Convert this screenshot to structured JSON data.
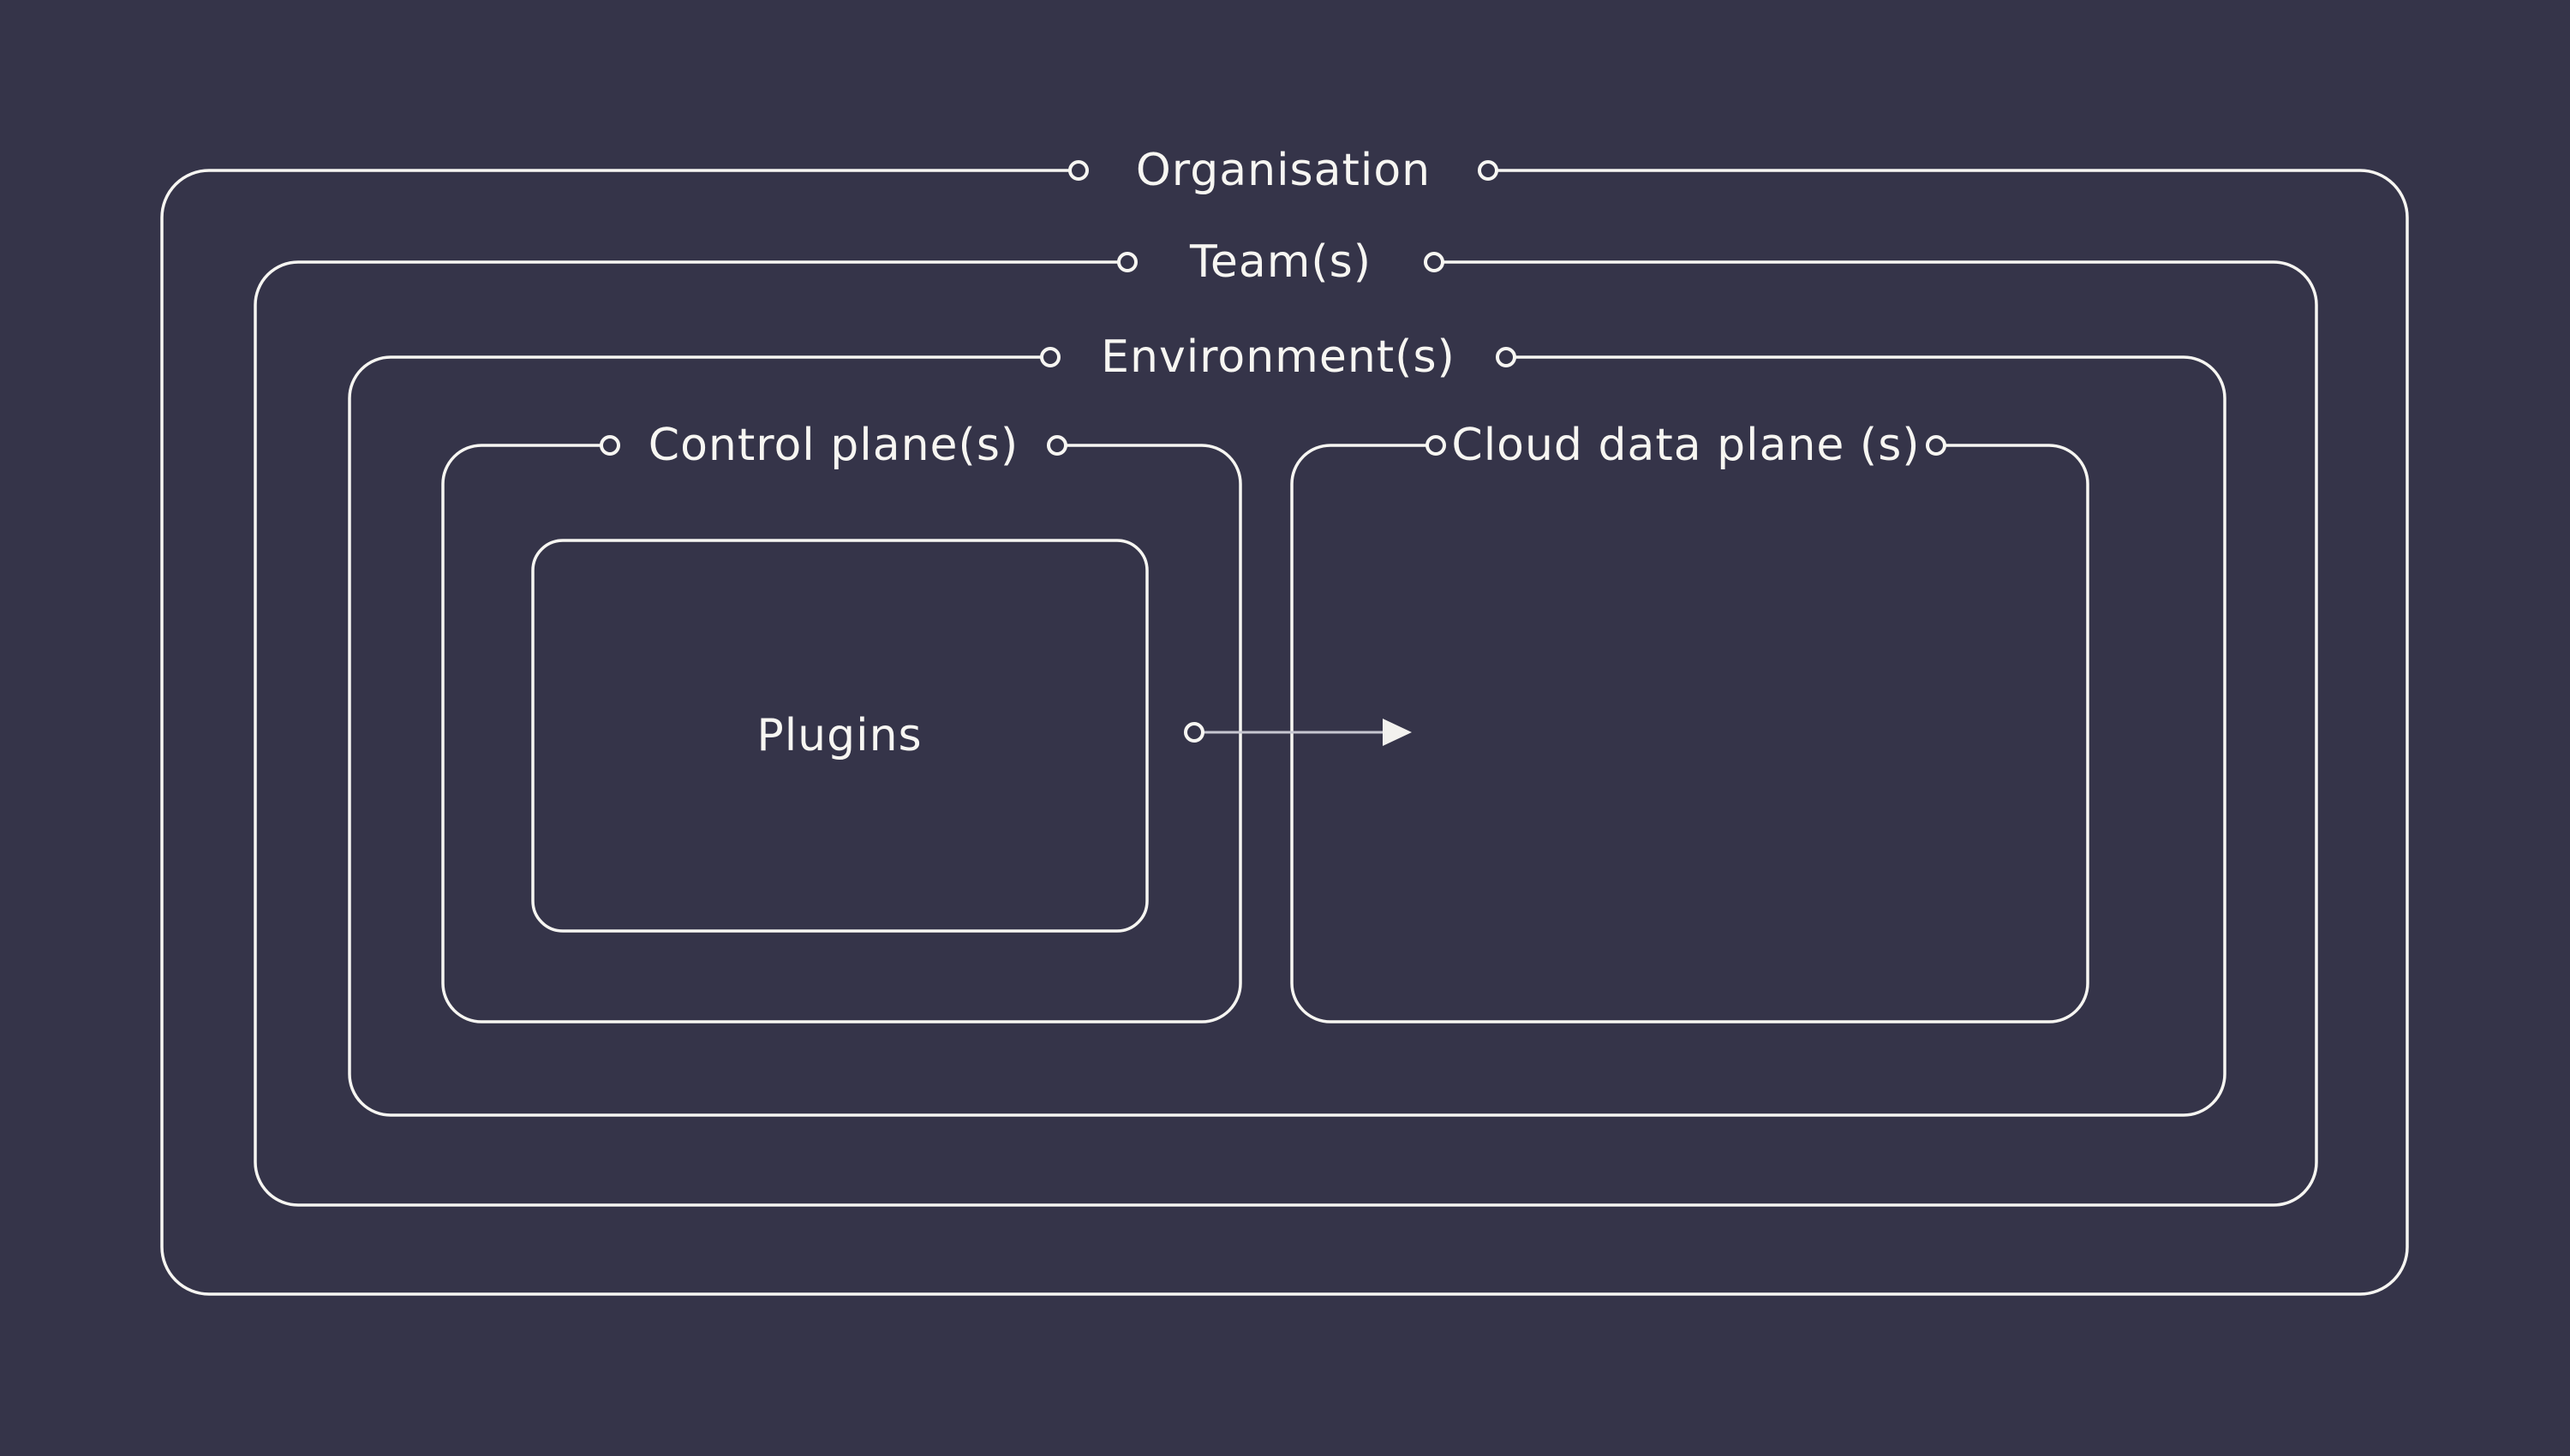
{
  "colors": {
    "background": "#353449",
    "line": "#f7f6f2",
    "text": "#f7f6f2",
    "arrow-line": "#c6c6d0",
    "arrow-head": "#f2f1ee"
  },
  "boxes": {
    "organisation": {
      "label": "Organisation"
    },
    "teams": {
      "label": "Team(s)"
    },
    "environments": {
      "label": "Environment(s)"
    },
    "control_plane": {
      "label": "Control plane(s)"
    },
    "cloud_data_plane": {
      "label": "Cloud data plane (s)"
    },
    "plugins": {
      "label": "Plugins"
    }
  }
}
